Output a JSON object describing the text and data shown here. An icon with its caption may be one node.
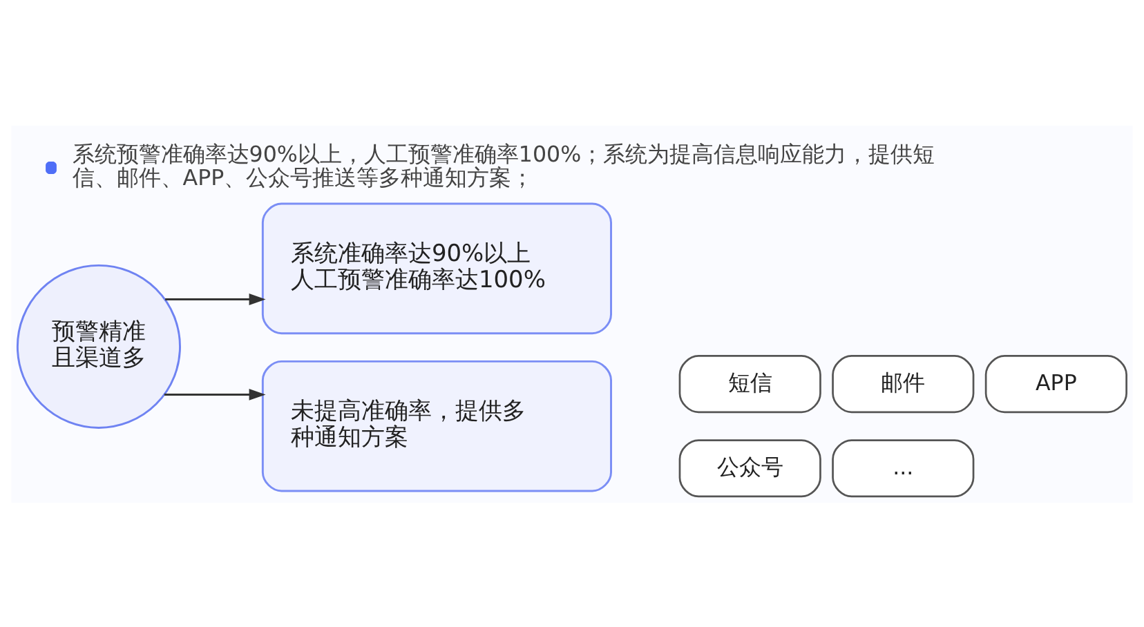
{
  "diagram": {
    "title": "系统预警准确率达90%以上，人工预警准确率100%；系统为提高信息响应能力，提供短信、邮件、APP、公众号推送等多种通知方案；",
    "nodes": [
      {
        "text": [
          "预警精准且渠道多"
        ]
      },
      {
        "text": [
          "系统准确率达90%以上",
          "人工预警准确率达100%"
        ]
      },
      {
        "text": [
          "未提高准确率，提供多种通知方案"
        ]
      },
      {
        "text": [
          "短信"
        ]
      },
      {
        "text": [
          "邮件"
        ]
      },
      {
        "text": [
          "APP"
        ]
      },
      {
        "text": [
          "公众号"
        ]
      },
      {
        "text": [
          "..."
        ]
      }
    ],
    "edges": [
      {
        "from": 0,
        "to": 1,
        "arrow": "to"
      },
      {
        "from": 0,
        "to": 2,
        "arrow": "to"
      }
    ]
  }
}
